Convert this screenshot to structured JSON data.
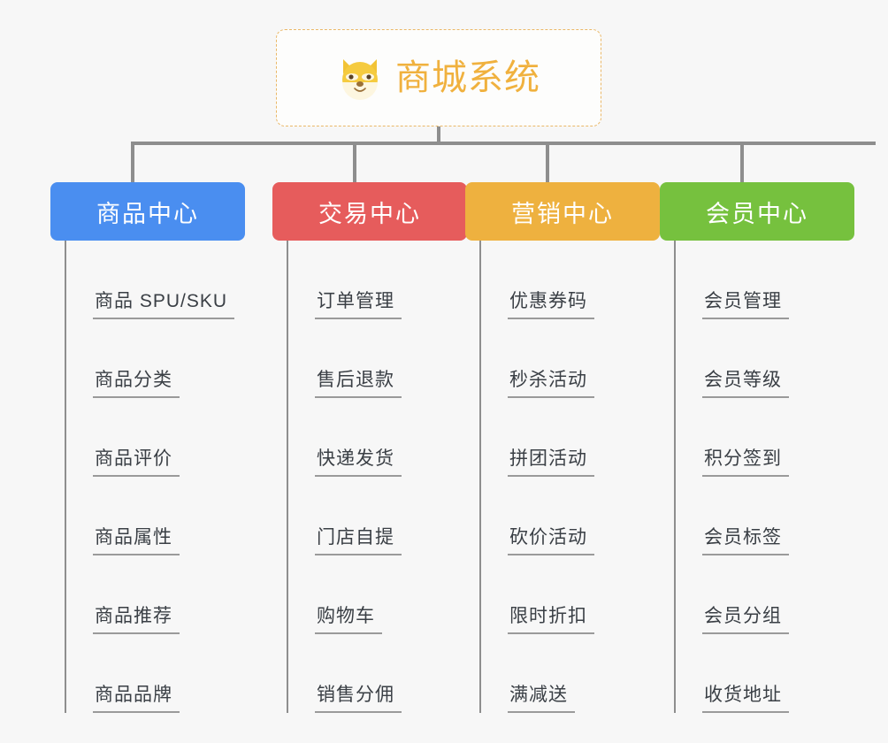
{
  "root": {
    "title": "商城系统",
    "icon": "dog-face-icon",
    "border_color": "#eab868",
    "text_color": "#f0b13e"
  },
  "background_color": "#f7f7f7",
  "connector_color": "#8e8e8e",
  "categories": [
    {
      "label": "商品中心",
      "color": "#4a8ef0",
      "color_class": "cat-blue",
      "items": [
        "商品 SPU/SKU",
        "商品分类",
        "商品评价",
        "商品属性",
        "商品推荐",
        "商品品牌"
      ]
    },
    {
      "label": "交易中心",
      "color": "#e65c5c",
      "color_class": "cat-red",
      "items": [
        "订单管理",
        "售后退款",
        "快递发货",
        "门店自提",
        "购物车",
        "销售分佣"
      ]
    },
    {
      "label": "营销中心",
      "color": "#eeb13f",
      "color_class": "cat-orange",
      "items": [
        "优惠券码",
        "秒杀活动",
        "拼团活动",
        "砍价活动",
        "限时折扣",
        "满减送"
      ]
    },
    {
      "label": "会员中心",
      "color": "#76c13e",
      "color_class": "cat-green",
      "items": [
        "会员管理",
        "会员等级",
        "积分签到",
        "会员标签",
        "会员分组",
        "收货地址"
      ]
    }
  ]
}
